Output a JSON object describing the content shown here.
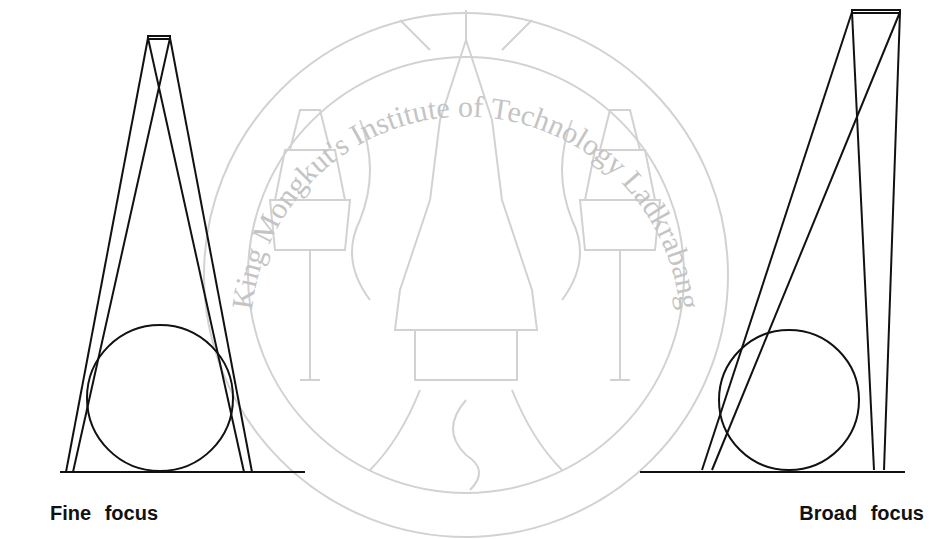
{
  "diagram": {
    "labels": [
      "Fine focus",
      "Broad focus",
      "King Mongkut's Institute of Technology Ladkrabang"
    ]
  }
}
